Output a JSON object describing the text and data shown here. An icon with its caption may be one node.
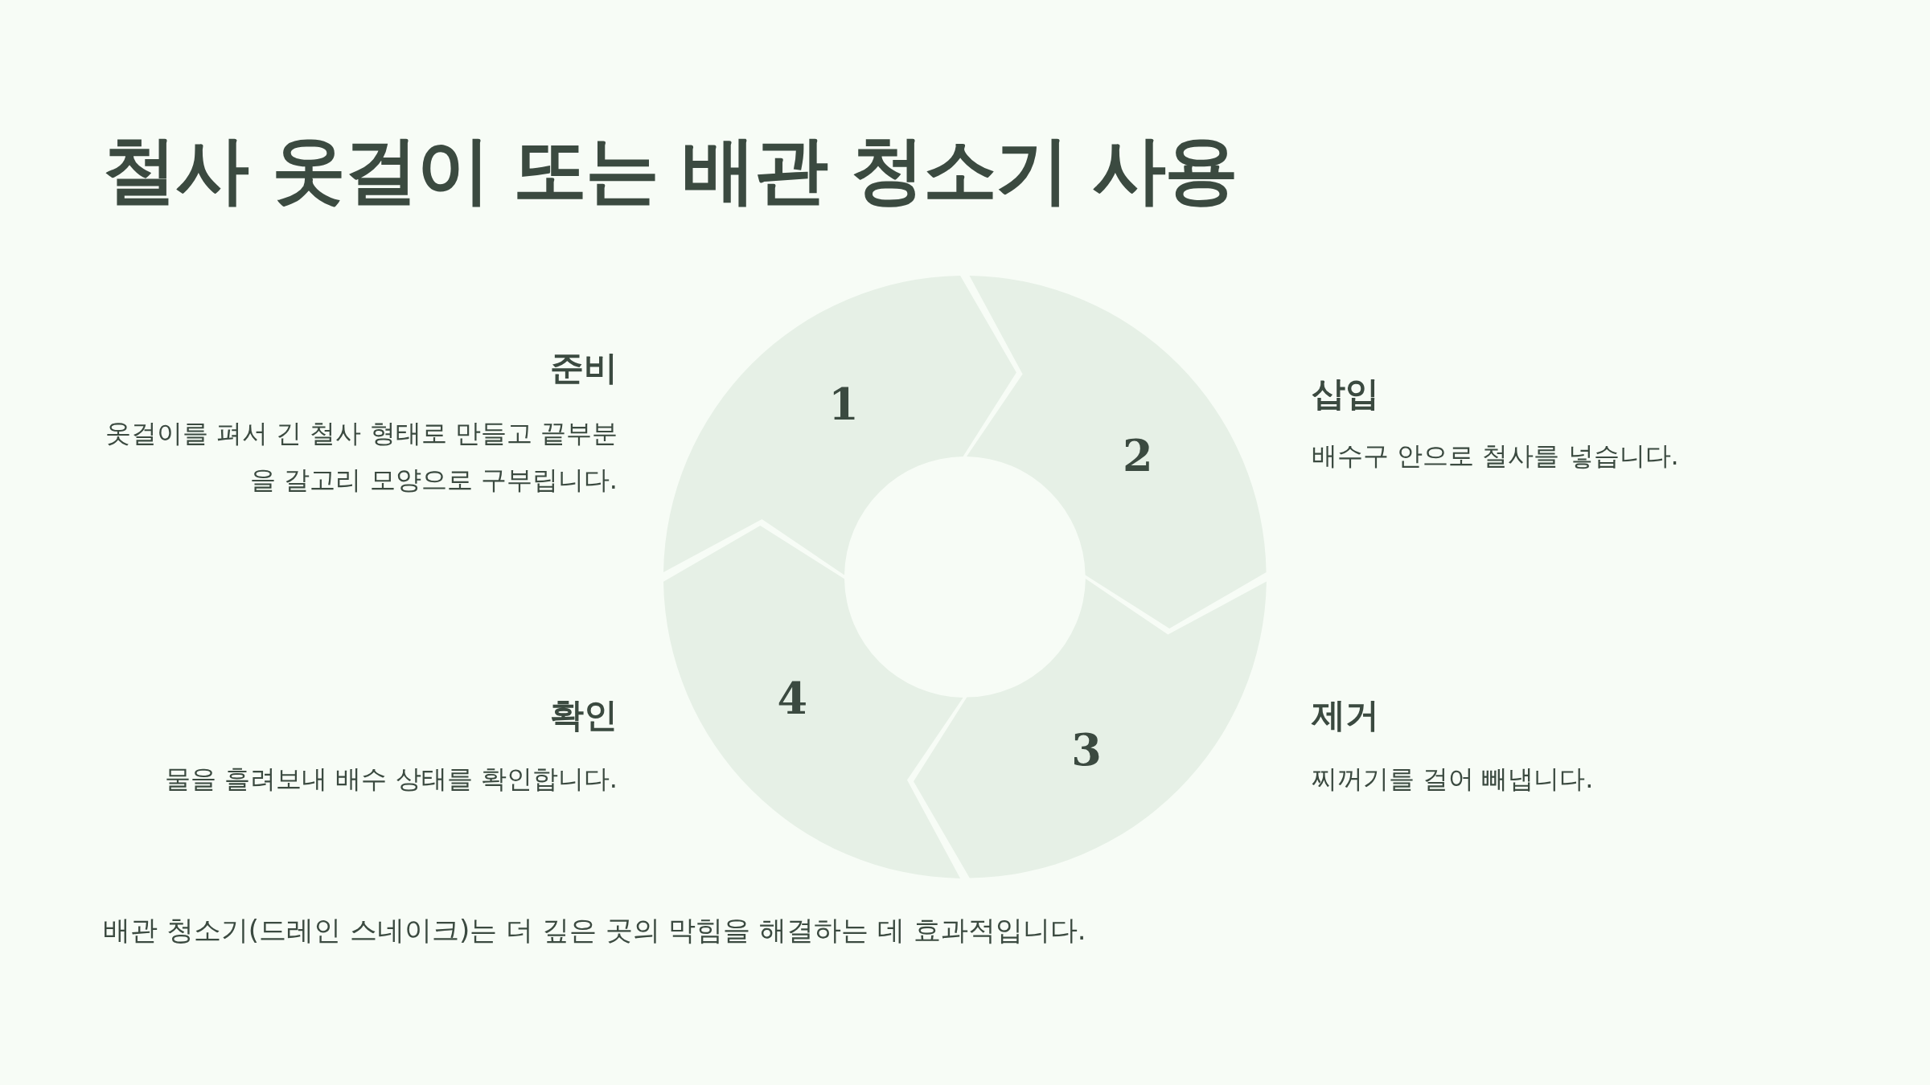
{
  "diagram": {
    "title": "철사 옷걸이 또는 배관 청소기 사용",
    "nodes": [
      {
        "text": [
          "1"
        ],
        "beside": [
          "준비",
          "옷걸이를 펴서 긴 철사 형태로 만들고 끝부분을 갈고리 모양으로 구부립니다."
        ]
      },
      {
        "text": [
          "2"
        ],
        "beside": [
          "삽입",
          "배수구 안으로 철사를 넣습니다."
        ]
      },
      {
        "text": [
          "3"
        ],
        "beside": [
          "제거",
          "찌꺼기를 걸어 빼냅니다."
        ]
      },
      {
        "text": [
          "4"
        ],
        "beside": [
          "확인",
          "물을 흘려보내 배수 상태를 확인합니다."
        ]
      }
    ],
    "caption": "배관 청소기(드레인 스네이크)는 더 깊은 곳의 막힘을 해결하는 데 효과적입니다."
  }
}
